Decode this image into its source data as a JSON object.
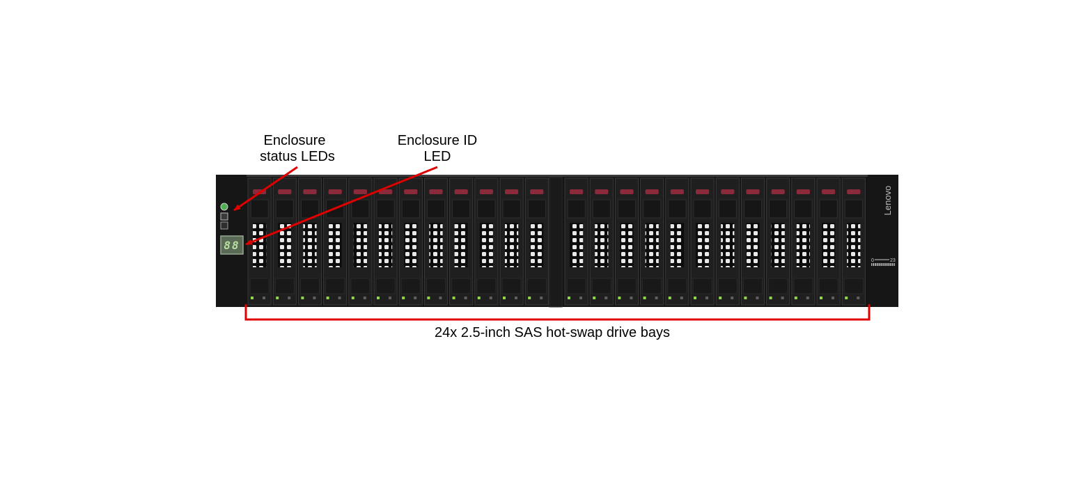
{
  "labels": {
    "status_leds_line1": "Enclosure",
    "status_leds_line2": "status LEDs",
    "id_led_line1": "Enclosure ID",
    "id_led_line2": "LED",
    "drive_bays": "24x 2.5-inch SAS hot-swap drive bays"
  },
  "enclosure": {
    "brand": "Lenovo",
    "id_display": "88",
    "bay_first": "0",
    "bay_last": "23",
    "bay_count": 24,
    "bays_per_group": 12
  },
  "colors": {
    "chassis": "#141414",
    "bay": "#1f1f1f",
    "bay_latch": "#8a2a3a",
    "activity_led": "#8fd64a",
    "callout": "#e00000",
    "power_led": "#4caf50",
    "id_display": "#5a6b55"
  },
  "icons": [
    "power-led-icon",
    "fault-led-icon",
    "identify-led-icon"
  ]
}
